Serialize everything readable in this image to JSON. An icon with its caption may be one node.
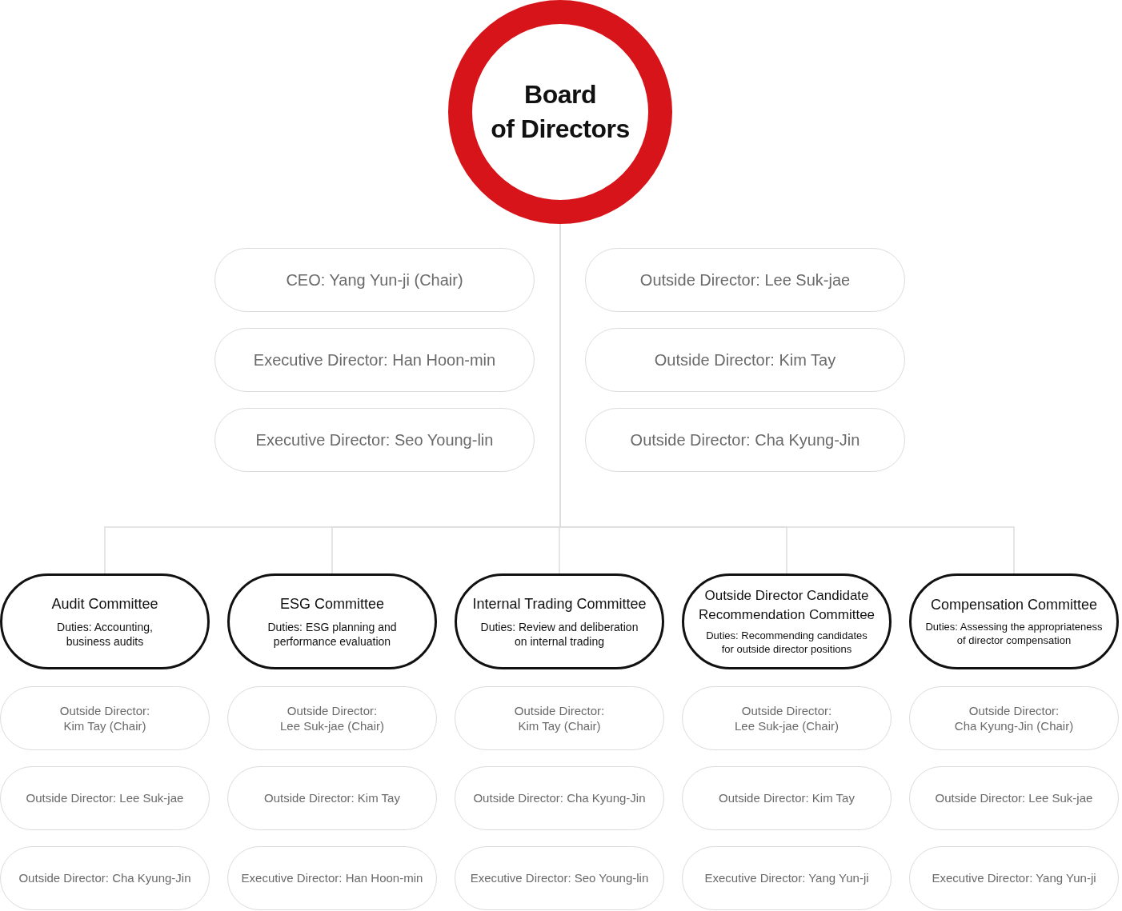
{
  "diagram": {
    "nodes": [
      {
        "text": [
          "Board of Directors"
        ]
      },
      {
        "text": [
          "CEO: Yang Yun-ji (Chair)"
        ]
      },
      {
        "text": [
          "Outside Director: Lee Suk-jae"
        ]
      },
      {
        "text": [
          "Executive Director: Han Hoon-min"
        ]
      },
      {
        "text": [
          "Outside Director: Kim Tay"
        ]
      },
      {
        "text": [
          "Executive Director: Seo Young-lin"
        ]
      },
      {
        "text": [
          "Outside Director: Cha Kyung-Jin"
        ]
      },
      {
        "text": [
          "Audit Committee",
          "Duties: Accounting, business audits"
        ]
      },
      {
        "text": [
          "ESG Committee",
          "Duties: ESG planning and performance evaluation"
        ]
      },
      {
        "text": [
          "Internal Trading Committee",
          "Duties: Review and deliberation on internal trading"
        ]
      },
      {
        "text": [
          "Outside Director Candidate Recommendation Committee",
          "Duties: Recommending candidates for outside director positions"
        ]
      },
      {
        "text": [
          "Compensation Committee",
          "Duties: Assessing the appropriateness of director compensation"
        ]
      },
      {
        "text": [
          "Outside Director: Kim Tay (Chair)"
        ]
      },
      {
        "text": [
          "Outside Director: Lee Suk-jae (Chair)"
        ]
      },
      {
        "text": [
          "Outside Director: Kim Tay (Chair)"
        ]
      },
      {
        "text": [
          "Outside Director: Lee Suk-jae (Chair)"
        ]
      },
      {
        "text": [
          "Outside Director: Cha Kyung-Jin (Chair)"
        ]
      },
      {
        "text": [
          "Outside Director: Lee Suk-jae"
        ]
      },
      {
        "text": [
          "Outside Director: Kim Tay"
        ]
      },
      {
        "text": [
          "Outside Director: Cha Kyung-Jin"
        ]
      },
      {
        "text": [
          "Outside Director: Kim Tay"
        ]
      },
      {
        "text": [
          "Outside Director: Lee Suk-jae"
        ]
      },
      {
        "text": [
          "Outside Director: Cha Kyung-Jin"
        ]
      },
      {
        "text": [
          "Executive Director: Han Hoon-min"
        ]
      },
      {
        "text": [
          "Executive Director: Seo Young-lin"
        ]
      },
      {
        "text": [
          "Executive Director: Yang Yun-ji"
        ]
      },
      {
        "text": [
          "Executive Director: Yang Yun-ji"
        ]
      }
    ],
    "edges": [
      {
        "from": 0,
        "to": 7,
        "arrow": "none"
      },
      {
        "from": 0,
        "to": 8,
        "arrow": "none"
      },
      {
        "from": 0,
        "to": 9,
        "arrow": "none"
      },
      {
        "from": 0,
        "to": 10,
        "arrow": "none"
      },
      {
        "from": 0,
        "to": 11,
        "arrow": "none"
      }
    ]
  }
}
